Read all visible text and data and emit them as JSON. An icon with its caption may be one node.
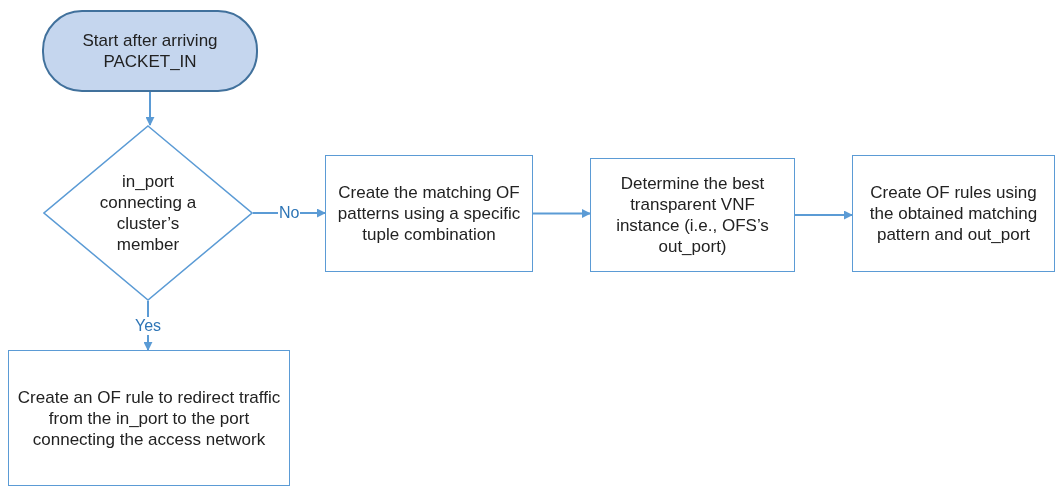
{
  "diagram": {
    "nodes": [
      {
        "text": [
          "Start after arriving PACKET_IN"
        ]
      },
      {
        "text": [
          "in_port connecting a cluster’s member"
        ]
      },
      {
        "text": [
          "Create the matching OF patterns using a specific tuple combination"
        ]
      },
      {
        "text": [
          "Determine the best transparent VNF instance (i.e., OFS’s out_port)"
        ]
      },
      {
        "text": [
          "Create OF rules using the obtained matching pattern and out_port"
        ]
      },
      {
        "text": [
          "Create an OF rule to redirect traffic from the in_port to the port connecting the access network"
        ]
      }
    ],
    "edges": [
      {
        "from": 0,
        "to": 1,
        "arrow": "to"
      },
      {
        "from": 1,
        "to": 2,
        "arrow": "to",
        "label": "No"
      },
      {
        "from": 2,
        "to": 3,
        "arrow": "to"
      },
      {
        "from": 3,
        "to": 4,
        "arrow": "to"
      },
      {
        "from": 1,
        "to": 5,
        "arrow": "to",
        "label": "Yes"
      }
    ]
  }
}
